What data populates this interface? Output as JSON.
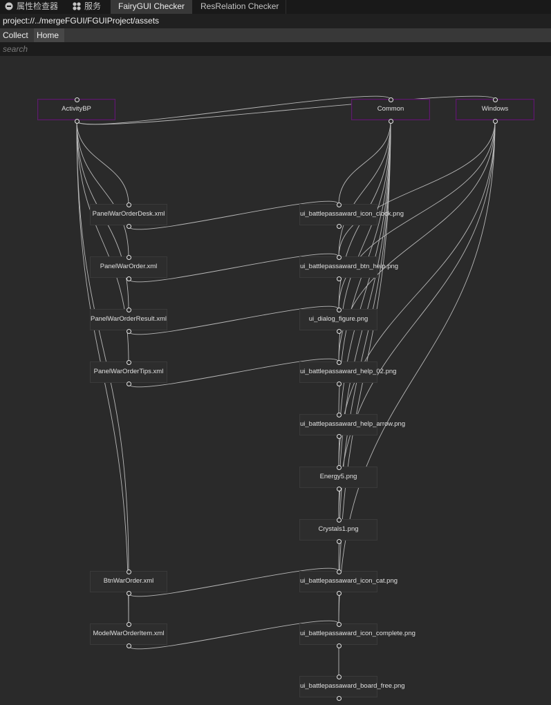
{
  "tabs": [
    {
      "label": "属性检查器",
      "icon": "info-circle-icon"
    },
    {
      "label": "服务",
      "icon": "services-grid-icon"
    },
    {
      "label": "FairyGUI Checker",
      "icon": ""
    },
    {
      "label": "ResRelation Checker",
      "icon": ""
    }
  ],
  "path": "project://../mergeFGUI/FGUIProject/assets",
  "toolbar": {
    "collect_label": "Collect",
    "home_label": "Home"
  },
  "search": {
    "placeholder": "search",
    "value": ""
  },
  "graph": {
    "nodes": [
      {
        "id": "activitybp",
        "label": "ActivityBP"
      },
      {
        "id": "common",
        "label": "Common"
      },
      {
        "id": "windows",
        "label": "Windows"
      },
      {
        "id": "panelwarorderdesk",
        "label": "PanelWarOrderDesk.xml"
      },
      {
        "id": "panelwarorder",
        "label": "PanelWarOrder.xml"
      },
      {
        "id": "panelwarorderresult",
        "label": "PanelWarOrderResult.xml"
      },
      {
        "id": "panelwarordertips",
        "label": "PanelWarOrderTips.xml"
      },
      {
        "id": "btnwarorder",
        "label": "BtnWarOrder.xml"
      },
      {
        "id": "modelwarorderitem",
        "label": "ModelWarOrderItem.xml"
      },
      {
        "id": "icon_clock",
        "label": "ui_battlepassaward_icon_clock.png"
      },
      {
        "id": "btn_help",
        "label": "ui_battlepassaward_btn_help.png"
      },
      {
        "id": "dialog_figure",
        "label": "ui_dialog_figure.png"
      },
      {
        "id": "help_02",
        "label": "ui_battlepassaward_help_02.png"
      },
      {
        "id": "help_arrow",
        "label": "ui_battlepassaward_help_arrow.png"
      },
      {
        "id": "energy5",
        "label": "Energy5.png"
      },
      {
        "id": "crystals1",
        "label": "Crystals1.png"
      },
      {
        "id": "icon_cat",
        "label": "ui_battlepassaward_icon_cat.png"
      },
      {
        "id": "icon_complete",
        "label": "ui_battlepassaward_icon_complete.png"
      },
      {
        "id": "board_free",
        "label": "ui_battlepassaward_board_free.png"
      }
    ],
    "edges": [
      [
        "activitybp",
        "common"
      ],
      [
        "activitybp",
        "windows"
      ],
      [
        "activitybp",
        "panelwarorderdesk"
      ],
      [
        "activitybp",
        "panelwarorder"
      ],
      [
        "activitybp",
        "panelwarorderresult"
      ],
      [
        "activitybp",
        "panelwarordertips"
      ],
      [
        "activitybp",
        "btnwarorder"
      ],
      [
        "activitybp",
        "modelwarorderitem"
      ],
      [
        "panelwarorderdesk",
        "icon_clock"
      ],
      [
        "panelwarorder",
        "btn_help"
      ],
      [
        "panelwarorderresult",
        "dialog_figure"
      ],
      [
        "panelwarordertips",
        "help_02"
      ],
      [
        "btnwarorder",
        "icon_cat"
      ],
      [
        "modelwarorderitem",
        "icon_complete"
      ],
      [
        "btnwarorder",
        "modelwarorderitem"
      ],
      [
        "icon_complete",
        "board_free"
      ],
      [
        "common",
        "icon_clock"
      ],
      [
        "common",
        "btn_help"
      ],
      [
        "common",
        "dialog_figure"
      ],
      [
        "common",
        "help_02"
      ],
      [
        "common",
        "help_arrow"
      ],
      [
        "common",
        "energy5"
      ],
      [
        "common",
        "crystals1"
      ],
      [
        "common",
        "icon_cat"
      ],
      [
        "common",
        "icon_complete"
      ],
      [
        "windows",
        "btn_help"
      ],
      [
        "windows",
        "dialog_figure"
      ],
      [
        "windows",
        "help_02"
      ],
      [
        "windows",
        "energy5"
      ],
      [
        "windows",
        "crystals1"
      ],
      [
        "windows",
        "icon_complete"
      ]
    ]
  }
}
